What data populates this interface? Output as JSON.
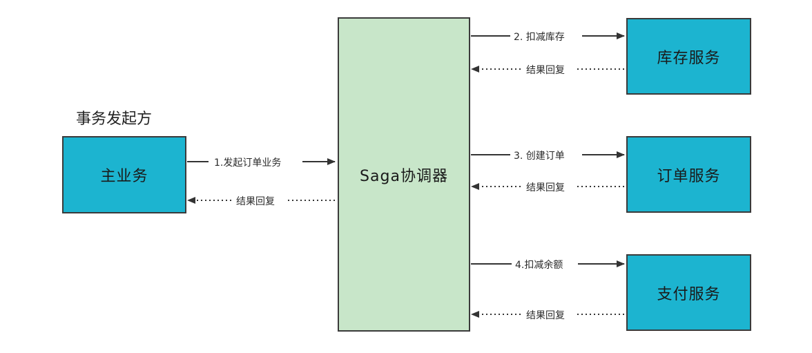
{
  "initiator": {
    "caption": "事务发起方",
    "box_label": "主业务"
  },
  "coordinator": {
    "label": "Saga协调器"
  },
  "services": [
    {
      "label": "库存服务",
      "request": "2. 扣减库存",
      "reply": "结果回复"
    },
    {
      "label": "订单服务",
      "request": "3. 创建订单",
      "reply": "结果回复"
    },
    {
      "label": "支付服务",
      "request": "4.扣减余额",
      "reply": "结果回复"
    }
  ],
  "main_flow": {
    "request": "1.发起订单业务",
    "reply": "结果回复"
  },
  "colors": {
    "service_fill": "#1cb4d0",
    "coordinator_fill": "#c8e6c9",
    "stroke": "#3a3a3a"
  }
}
